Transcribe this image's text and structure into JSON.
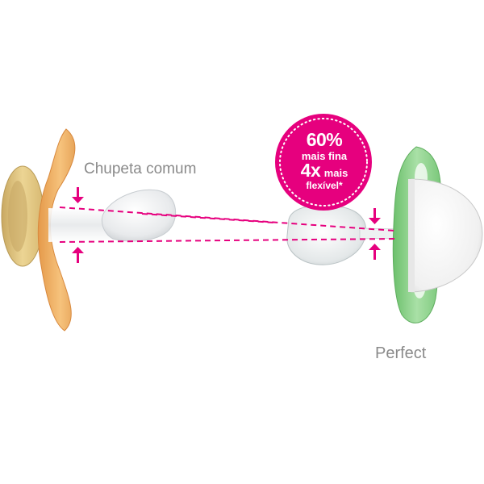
{
  "labels": {
    "left_pacifier": "Chupeta comum",
    "right_pacifier": "Perfect"
  },
  "badge": {
    "line1": "60%",
    "line2": "mais fina",
    "line3_number": "4x",
    "line3_word": "mais",
    "line4": "flexível*"
  },
  "colors": {
    "accent_magenta": "#e6007e",
    "left_shield": "#f0b36a",
    "left_ring": "#e8cf8a",
    "right_shield": "#8fd08f",
    "label_gray": "#8a8a8a"
  }
}
